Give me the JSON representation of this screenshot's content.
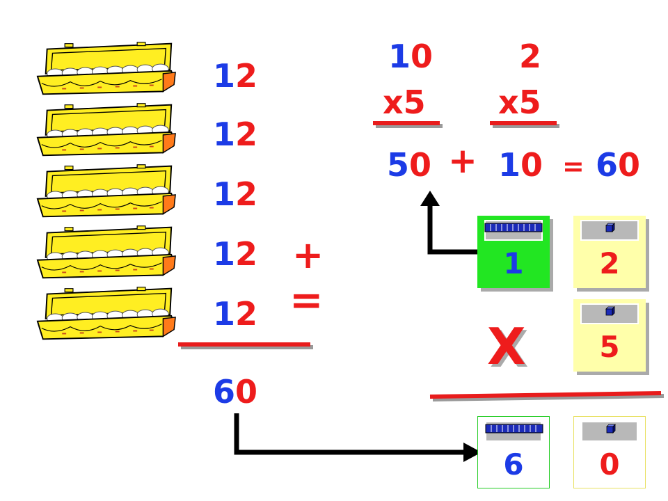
{
  "sum": {
    "addends": [
      {
        "tens": "1",
        "ones": "2"
      },
      {
        "tens": "1",
        "ones": "2"
      },
      {
        "tens": "1",
        "ones": "2"
      },
      {
        "tens": "1",
        "ones": "2"
      },
      {
        "tens": "1",
        "ones": "2"
      }
    ],
    "result": {
      "tens": "6",
      "ones": "0"
    },
    "plus_sign": "+",
    "equals_sign": "="
  },
  "multiplication": {
    "tens_term": {
      "d1": "1",
      "d2": "0"
    },
    "ones_term": "2",
    "multiplier_left": "x5",
    "multiplier_right": "x5",
    "partial_tens": {
      "d1": "5",
      "d2": "0"
    },
    "plus": "+",
    "partial_ones": {
      "d1": "1",
      "d2": "0"
    },
    "equals": "=",
    "total": {
      "d1": "6",
      "d2": "0"
    },
    "times_sign": "X"
  },
  "place_value_cards": {
    "top_tens": "1",
    "top_ones": "2",
    "multiplier_ones": "5",
    "result_tens": "6",
    "result_ones": "0"
  },
  "colors": {
    "blue": "#1c3be6",
    "red": "#ee1c1c",
    "carton_yellow": "#ffee22",
    "card_green": "#22e622",
    "card_yellow": "#ffffaa"
  },
  "icons": {
    "carton": "egg-carton-icon",
    "ten_rod": "ten-rod-icon",
    "unit_cube": "unit-cube-icon",
    "arrow": "arrow-icon"
  }
}
